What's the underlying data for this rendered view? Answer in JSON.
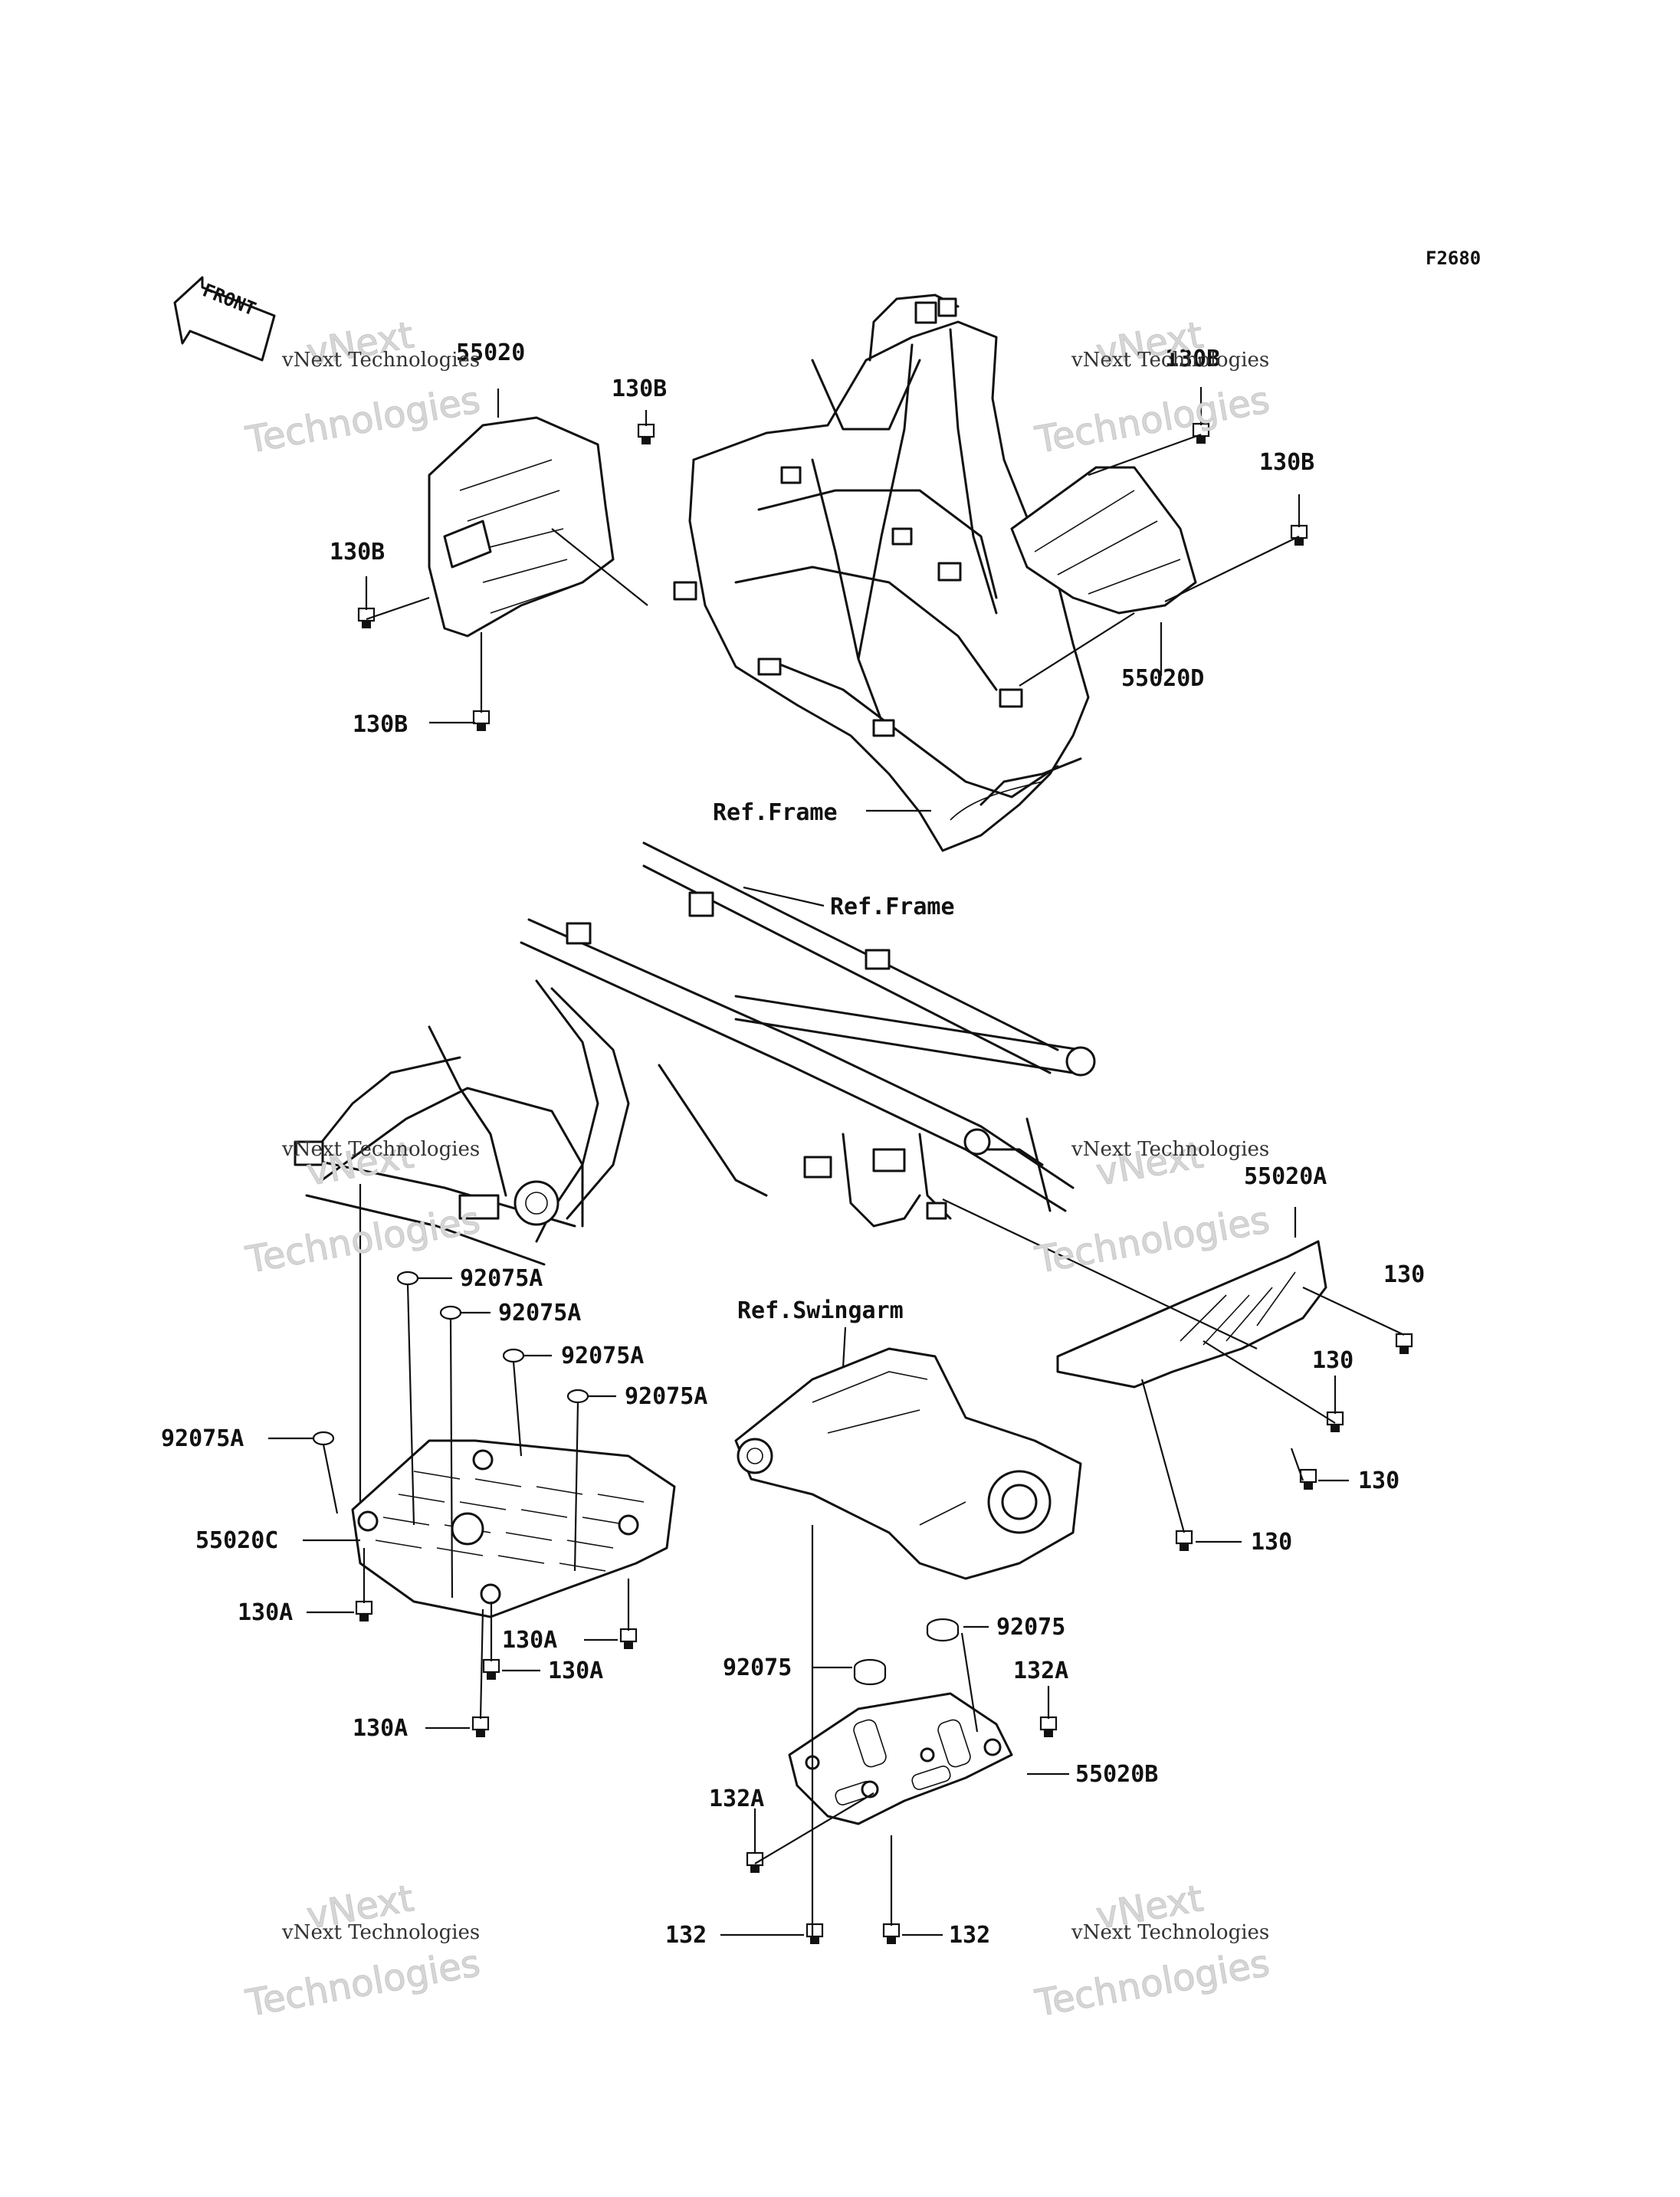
{
  "figure_code": "F2680",
  "front_label": "FRONT",
  "watermark": {
    "line1": "vNext Technologies",
    "big1": "vNext",
    "big2": "Technologies"
  },
  "labels": {
    "p55020": "55020",
    "p55020A": "55020A",
    "p55020B": "55020B",
    "p55020C": "55020C",
    "p55020D": "55020D",
    "p92075A": "92075A",
    "p92075": "92075",
    "p130": "130",
    "p130A": "130A",
    "p130B": "130B",
    "p132": "132",
    "p132A": "132A",
    "ref_frame": "Ref.Frame",
    "ref_swingarm": "Ref.Swingarm"
  }
}
